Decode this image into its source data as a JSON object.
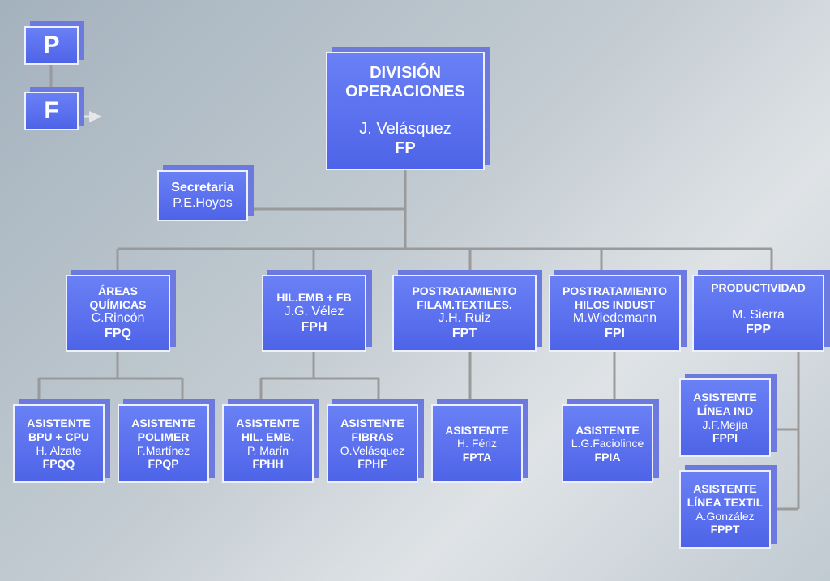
{
  "legend": {
    "top_letter": "P",
    "bottom_letter": "F"
  },
  "top": {
    "title_line1": "DIVISIÓN",
    "title_line2": "OPERACIONES",
    "name": "J. Velásquez",
    "code": "FP"
  },
  "secretary": {
    "title": "Secretaria",
    "name": "P.E.Hoyos"
  },
  "departments": [
    {
      "title_line1": "ÁREAS",
      "title_line2": "QUÍMICAS",
      "name": "C.Rincón",
      "code": "FPQ"
    },
    {
      "title_line1": "HIL.EMB + FB",
      "title_line2": "",
      "name": "J.G. Vélez",
      "code": "FPH"
    },
    {
      "title_line1": "POSTRATAMIENTO",
      "title_line2": "FILAM.TEXTILES.",
      "name": "J.H. Ruiz",
      "code": "FPT"
    },
    {
      "title_line1": "POSTRATAMIENTO",
      "title_line2": "HILOS INDUST",
      "name": "M.Wiedemann",
      "code": "FPI"
    },
    {
      "title_line1": "PRODUCTIVIDAD",
      "title_line2": "",
      "name": "M. Sierra",
      "code": "FPP"
    }
  ],
  "assistants": [
    {
      "title_line1": "ASISTENTE",
      "title_line2": "BPU + CPU",
      "name": "H. Alzate",
      "code": "FPQQ"
    },
    {
      "title_line1": "ASISTENTE",
      "title_line2": "POLIMER",
      "name": "F.Martínez",
      "code": "FPQP"
    },
    {
      "title_line1": "ASISTENTE",
      "title_line2": "HIL. EMB.",
      "name": "P. Marín",
      "code": "FPHH"
    },
    {
      "title_line1": "ASISTENTE",
      "title_line2": "FIBRAS",
      "name": "O.Velásquez",
      "code": "FPHF"
    },
    {
      "title_line1": "ASISTENTE",
      "title_line2": "",
      "name": "H. Fériz",
      "code": "FPTA"
    },
    {
      "title_line1": "ASISTENTE",
      "title_line2": "",
      "name": "L.G.Faciolince",
      "code": "FPIA"
    },
    {
      "title_line1": "ASISTENTE",
      "title_line2": "LÍNEA IND",
      "name": "J.F.Mejía",
      "code": "FPPI"
    },
    {
      "title_line1": "ASISTENTE",
      "title_line2": "LÍNEA TEXTIL",
      "name": "A.González",
      "code": "FPPT"
    }
  ],
  "colors": {
    "box_fill": "#5a70f0",
    "box_border": "#eef0ff",
    "box_shadow": "#6c79df",
    "connector": "#9a9a9a"
  }
}
